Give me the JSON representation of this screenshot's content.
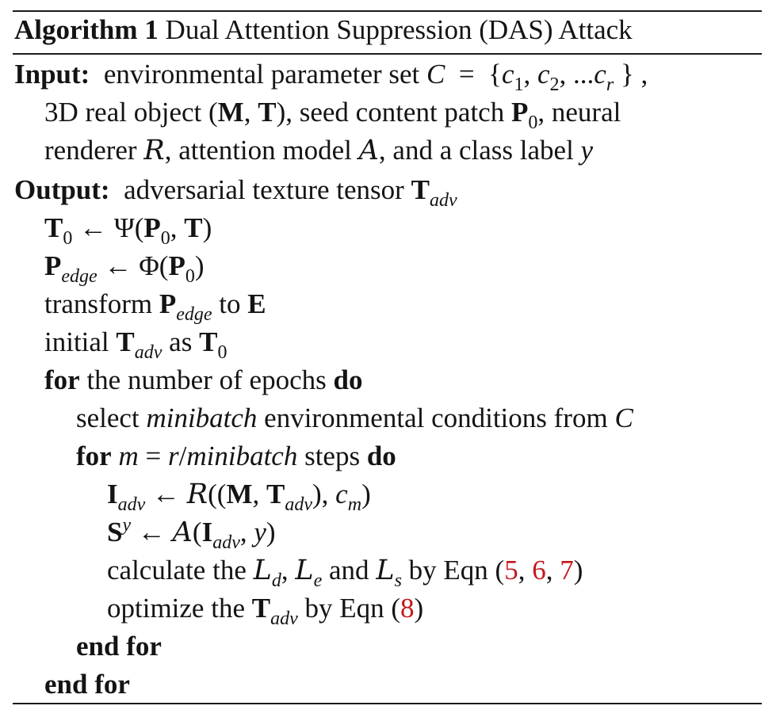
{
  "caption": {
    "label": "Algorithm 1",
    "title": "Dual Attention Suppression (DAS) Attack"
  },
  "input": {
    "label": "Input:",
    "line1_text": "environmental parameter set",
    "C": "C",
    "eq": "=",
    "set_open": "{",
    "c": "c",
    "sub1": "1",
    "sub2": "2",
    "subr": "r",
    "ellipsis": "...",
    "comma": ",",
    "set_close": "}",
    "trailing_comma": ",",
    "line2_text_a": "3D real object",
    "M": "M",
    "T": "T",
    "line2_text_b": ", seed content patch",
    "P": "P",
    "zero": "0",
    "line2_text_c": ", neural",
    "line3_text_a": "renderer",
    "R": "R",
    "line3_text_b": ", attention model",
    "A": "A",
    "line3_text_c": ", and a class label",
    "y": "y"
  },
  "output": {
    "label": "Output:",
    "text": "adversarial texture tensor",
    "T": "T",
    "sub": "adv"
  },
  "steps": {
    "s1": {
      "T": "T",
      "sub": "0",
      "arrow": "←",
      "fn": "Ψ",
      "P": "P",
      "psub": "0",
      "T2": "T"
    },
    "s2": {
      "P": "P",
      "sub": "edge",
      "arrow": "←",
      "fn": "Φ",
      "P2": "P",
      "psub": "0"
    },
    "s3": {
      "pre": "transform",
      "P": "P",
      "sub": "edge",
      "mid": "to",
      "E": "E"
    },
    "s4": {
      "pre": "initial",
      "T": "T",
      "sub": "adv",
      "mid": "as",
      "T2": "T",
      "sub2": "0"
    }
  },
  "loop1": {
    "kw_for": "for",
    "text": "the number of epochs",
    "kw_do": "do",
    "select_pre": "select",
    "minibatch": "minibatch",
    "select_post": "environmental conditions from",
    "C": "C"
  },
  "loop2": {
    "kw_for": "for",
    "m": "m",
    "eq": "=",
    "r": "r",
    "slash": "/",
    "minibatch": "minibatch",
    "steps": "steps",
    "kw_do": "do"
  },
  "inner": {
    "render": {
      "I": "I",
      "sub": "adv",
      "arrow": "←",
      "R": "R",
      "M": "M",
      "T": "T",
      "tsub": "adv",
      "c": "c",
      "csub": "m"
    },
    "attn": {
      "S": "S",
      "sup": "y",
      "arrow": "←",
      "A": "A",
      "I": "I",
      "isub": "adv",
      "y": "y"
    },
    "calc": {
      "pre": "calculate the",
      "L": "L",
      "d": "d",
      "e": "e",
      "s": "s",
      "and": "and",
      "by": "by Eqn",
      "ref5": "5",
      "ref6": "6",
      "ref7": "7"
    },
    "opt": {
      "pre": "optimize the",
      "T": "T",
      "sub": "adv",
      "by": "by Eqn",
      "ref8": "8"
    }
  },
  "end_inner": "end for",
  "end_outer": "end for"
}
